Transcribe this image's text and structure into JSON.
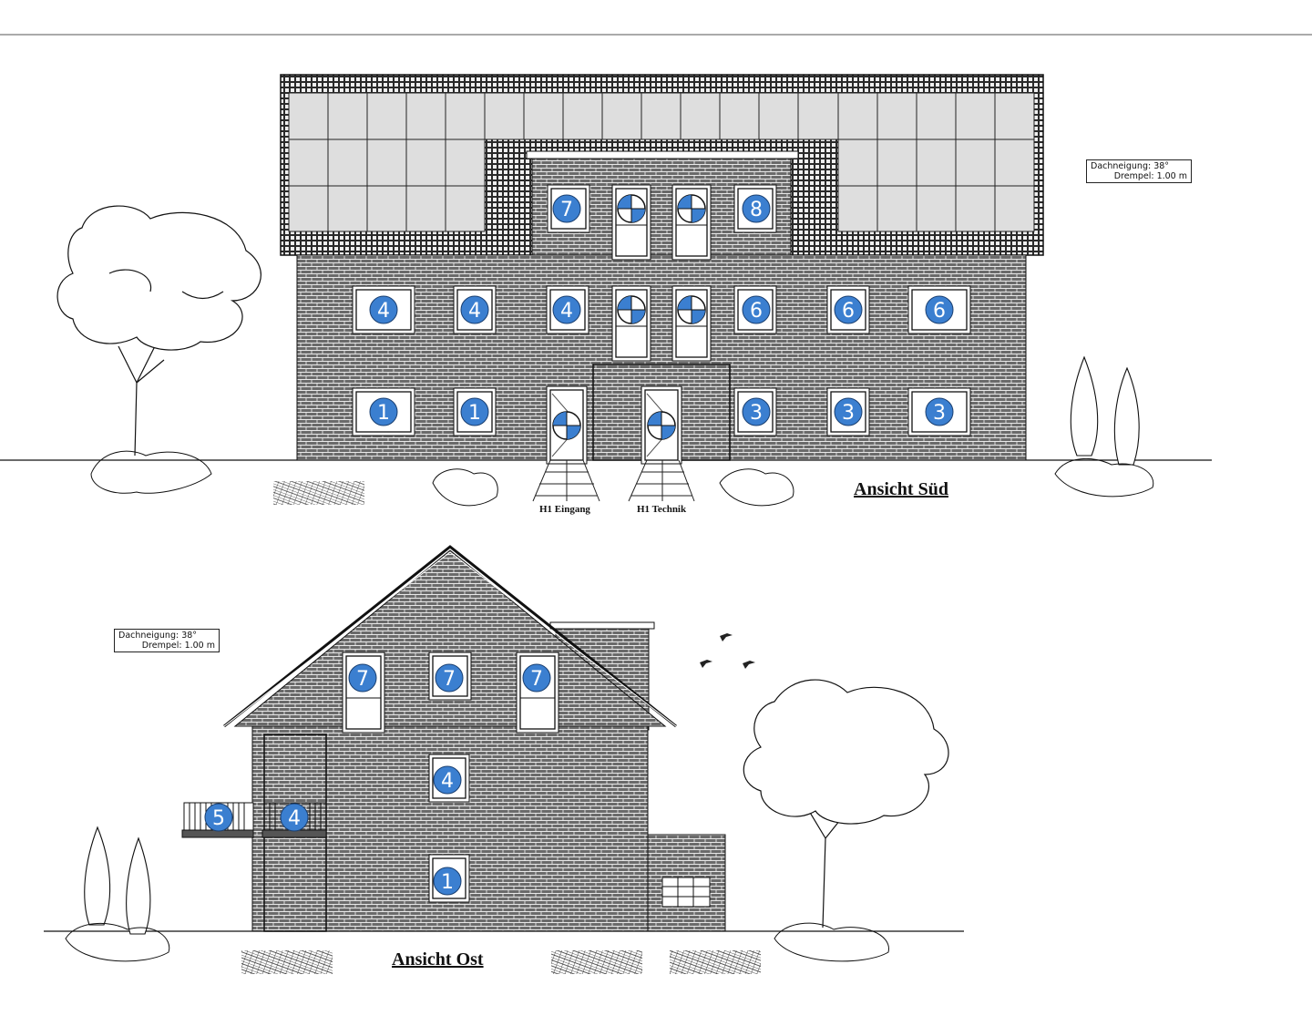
{
  "south": {
    "title": "Ansicht Süd",
    "info": {
      "roof_pitch": "Dachneigung: 38°",
      "knee_wall": "Drempel: 1.00 m"
    },
    "door_labels": [
      "H1 Eingang",
      "H1 Technik"
    ],
    "markers": {
      "dormer": [
        "7",
        "8"
      ],
      "upper": [
        "4",
        "4",
        "4",
        "6",
        "6",
        "6"
      ],
      "ground": [
        "1",
        "1",
        "3",
        "3",
        "3"
      ]
    }
  },
  "east": {
    "title": "Ansicht Ost",
    "info": {
      "roof_pitch": "Dachneigung: 38°",
      "knee_wall": "Drempel: 1.00 m"
    },
    "markers": {
      "gable": [
        "7",
        "7",
        "7"
      ],
      "upper": [
        "4"
      ],
      "ground": [
        "1"
      ],
      "balcony": [
        "5",
        "4"
      ]
    }
  },
  "colors": {
    "marker": "#3b7fd0",
    "brick": "#5a5a5a",
    "solar": "#dedede",
    "line": "#111111"
  },
  "icons": [
    "circle-marker-icon",
    "tree-icon",
    "cypress-icon",
    "bird-icon",
    "shrub-icon"
  ]
}
